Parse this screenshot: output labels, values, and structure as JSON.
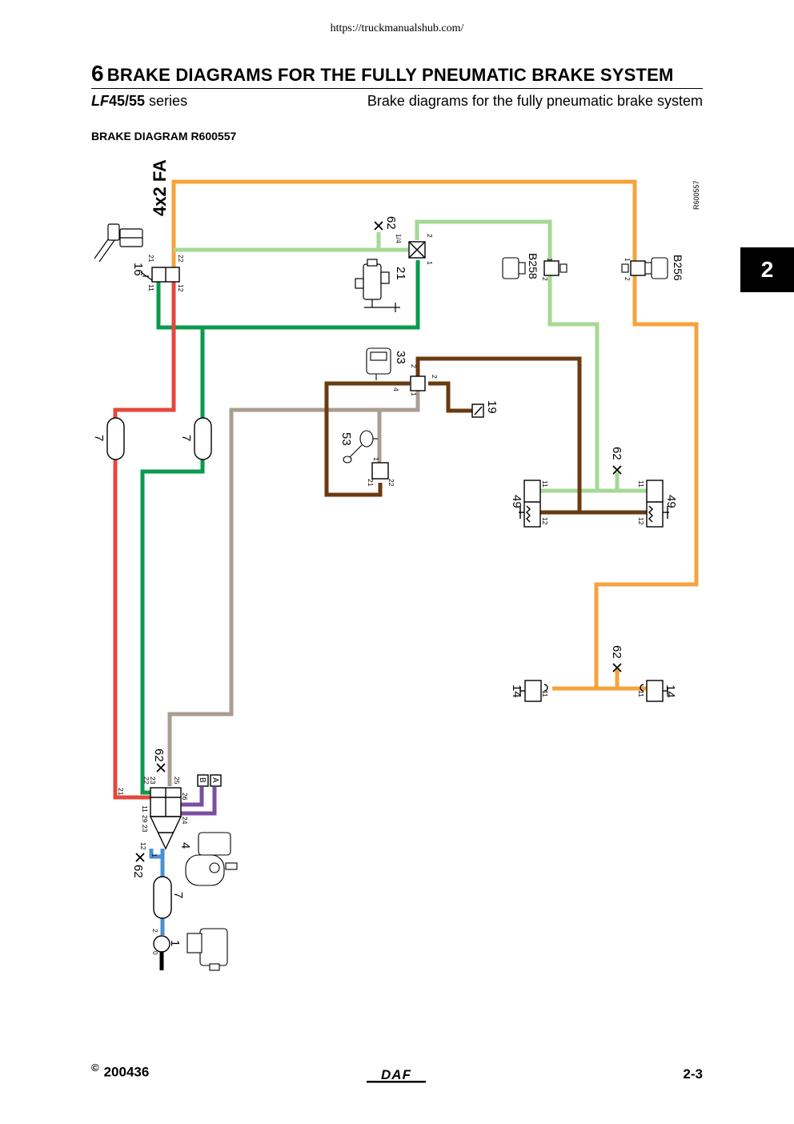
{
  "header": {
    "url": "https://truckmanualshub.com/",
    "chapter_number": "6",
    "chapter_title": "BRAKE DIAGRAMS FOR THE FULLY PNEUMATIC BRAKE SYSTEM",
    "series_prefix": "LF",
    "series_model": "45/55",
    "series_suffix": " series",
    "subtitle": "Brake diagrams for the fully pneumatic brake system"
  },
  "section_title": "BRAKE DIAGRAM R600557",
  "chapter_tab": "2",
  "diagram": {
    "configuration": "4x2 FA",
    "reference": "R600557",
    "colors": {
      "orange": "#f5a33d",
      "light_green": "#a6d896",
      "dark_green": "#0a9a4e",
      "red": "#e4473a",
      "grey": "#a89e92",
      "brown": "#6b3a10",
      "purple": "#7b4ea0",
      "blue": "#4a90d0"
    },
    "labels": {
      "c16": "16",
      "c21": "21",
      "c62_top": "62",
      "c33": "33",
      "c19": "19",
      "c53": "53",
      "cB258": "B258",
      "cB256": "B256",
      "c7_red": "7",
      "c7_green": "7",
      "c62_mid": "62",
      "c49_left": "49",
      "c49_right": "49",
      "c62_low": "62",
      "c14_left": "14",
      "c14_right": "14",
      "c62_dryer": "62",
      "c4": "4",
      "c62_supply": "62",
      "c7_supply": "7",
      "c1": "1",
      "valve_a": "A",
      "valve_b": "B"
    },
    "ports": {
      "p16_21": "21",
      "p16_22": "22",
      "p16_11": "11",
      "p16_12": "12",
      "p21_14": "1/4",
      "p21_2": "2",
      "p21_1": "1",
      "pB258_1": "1",
      "pB258_2": "2",
      "pB256_1": "1",
      "pB256_2": "2",
      "p33_2a": "2",
      "p33_2b": "2",
      "p33_4": "4",
      "p33_1": "1",
      "p53_1": "1",
      "p53_21": "21",
      "p53_22": "22",
      "p49l_11": "11",
      "p49l_12": "12",
      "p49r_11": "11",
      "p49r_12": "12",
      "p14l_11": "11",
      "p14r_11": "11",
      "p4_21": "21",
      "p4_22": "22",
      "p4_23": "23",
      "p4_25": "25",
      "p4_26": "26",
      "p4_24": "24",
      "p4_11": "11",
      "p4_29": "29",
      "p4_23b": "23",
      "p4_12": "12",
      "p4_1": "1",
      "p1_0": "0",
      "p1_2": "2"
    }
  },
  "footer": {
    "copyright_symbol": "©",
    "copyright_number": "200436",
    "brand": "DAF",
    "page_number": "2-3"
  }
}
